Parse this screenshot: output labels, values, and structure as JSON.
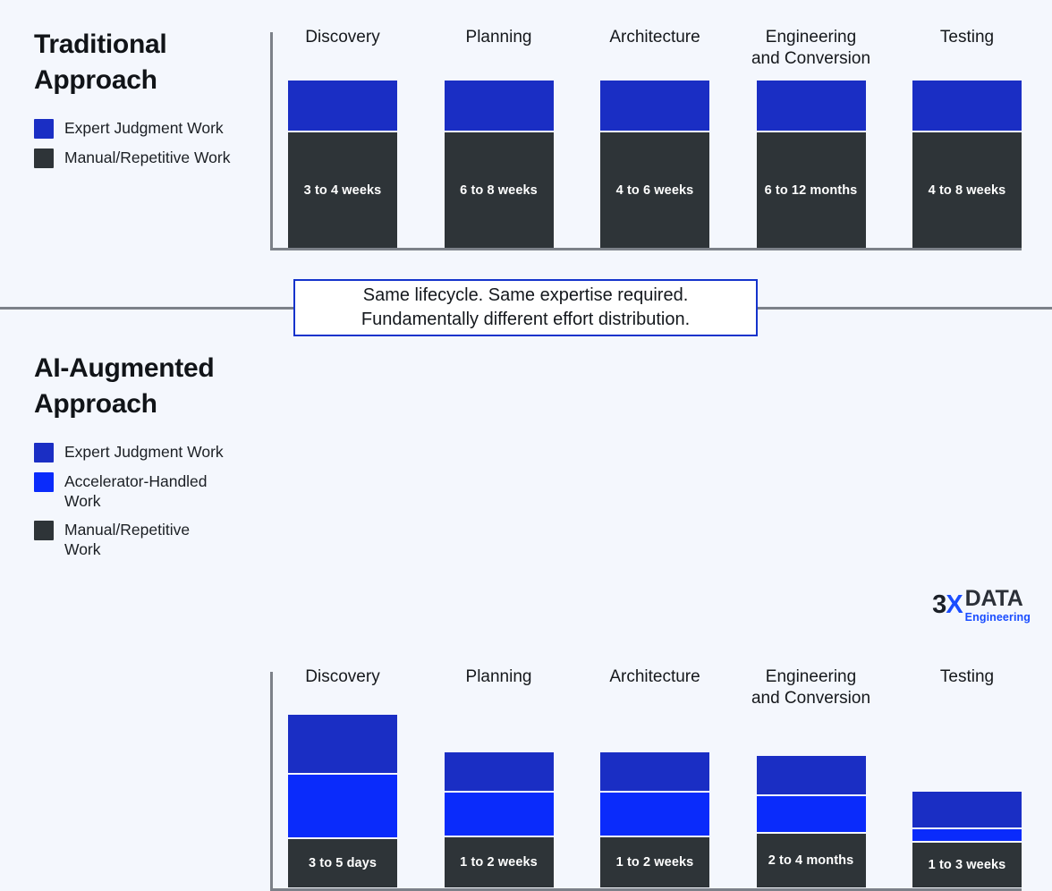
{
  "chart_data": {
    "type": "bar",
    "title": "Traditional Approach vs AI-Augmented Approach effort distribution",
    "categories": [
      "Discovery",
      "Planning",
      "Architecture",
      "Engineering\nand Conversion",
      "Testing"
    ],
    "charts": [
      {
        "name": "Traditional Approach",
        "stacked": true,
        "series": [
          {
            "name": "Expert Judgment Work",
            "color": "#1a2ec4",
            "values": [
              56,
              56,
              56,
              56,
              56
            ]
          },
          {
            "name": "Manual/Repetitive Work",
            "color": "#2e3438",
            "values": [
              129,
              129,
              129,
              129,
              129
            ]
          }
        ],
        "labels": [
          "3 to 4 weeks",
          "6 to 8 weeks",
          "4 to 6 weeks",
          "6 to 12 months",
          "4 to 8 weeks"
        ]
      },
      {
        "name": "AI-Augmented Approach",
        "stacked": true,
        "series": [
          {
            "name": "Expert Judgment Work",
            "color": "#1a2ec4",
            "values": [
              65,
              43,
              43,
              43,
              40
            ]
          },
          {
            "name": "Accelerator-Handled Work",
            "color": "#0a2bfb",
            "values": [
              70,
              48,
              48,
              40,
              13
            ]
          },
          {
            "name": "Manual/Repetitive Work",
            "color": "#2e3438",
            "values": [
              54,
              56,
              56,
              60,
              50
            ]
          }
        ],
        "labels": [
          "3 to 5 days",
          "1 to 2 weeks",
          "1 to 2 weeks",
          "2 to 4 months",
          "1 to 3 weeks"
        ]
      }
    ],
    "grid": false,
    "legend_position": "left"
  },
  "colors": {
    "background": "#f4f7fd",
    "expert": "#1a2ec4",
    "accelerator": "#0a2bfb",
    "manual": "#2e3438",
    "axis": "#7c8189",
    "callout_border": "#1433cc"
  },
  "top": {
    "title": "Traditional\nApproach",
    "legend": [
      {
        "label": "Expert Judgment Work",
        "swatch": "expert-swatch"
      },
      {
        "label": "Manual/Repetitive Work",
        "swatch": "manual-swatch"
      }
    ],
    "columns": [
      {
        "label": "Discovery",
        "value": "3 to 4 weeks"
      },
      {
        "label": "Planning",
        "value": "6 to 8 weeks"
      },
      {
        "label": "Architecture",
        "value": "4 to 6 weeks"
      },
      {
        "label": "Engineering\nand Conversion",
        "value": "6 to 12 months"
      },
      {
        "label": "Testing",
        "value": "4 to 8 weeks"
      }
    ]
  },
  "callout": {
    "line1": "Same lifecycle. Same expertise required.",
    "line2": "Fundamentally different effort distribution."
  },
  "bottom": {
    "title": "AI-Augmented\nApproach",
    "legend": [
      {
        "label": "Expert Judgment Work",
        "swatch": "expert-swatch"
      },
      {
        "label": "Accelerator-Handled\nWork",
        "swatch": "accelerator-swatch"
      },
      {
        "label": "Manual/Repetitive\nWork",
        "swatch": "manual-swatch"
      }
    ],
    "columns": [
      {
        "label": "Discovery",
        "value": "3 to 5 days"
      },
      {
        "label": "Planning",
        "value": "1 to 2 weeks"
      },
      {
        "label": "Architecture",
        "value": "1 to 2 weeks"
      },
      {
        "label": "Engineering\nand Conversion",
        "value": "2 to 4 months"
      },
      {
        "label": "Testing",
        "value": "1 to 3 weeks"
      }
    ]
  },
  "logo": {
    "mark_3": "3",
    "mark_x": "X",
    "word_data": "DATA",
    "word_engineering": "Engineering"
  }
}
